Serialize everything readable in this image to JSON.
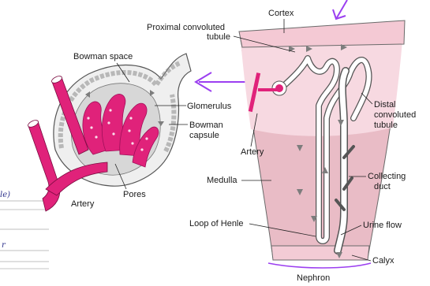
{
  "colors": {
    "artery": "#e0227a",
    "cortex_fill": "#f7d9e1",
    "medulla_fill": "#e9bcc6",
    "annotation": "#9b3ff0",
    "handwriting": "#2b2f8a",
    "arrow_gray": "#7d7d7d"
  },
  "labels": {
    "bowman_space": "Bowman space",
    "glomerulus": "Glomerulus",
    "bowman_capsule_1": "Bowman",
    "bowman_capsule_2": "capsule",
    "artery_left": "Artery",
    "pores": "Pores",
    "cortex": "Cortex",
    "proximal_1": "Proximal convoluted",
    "proximal_2": "tubule",
    "distal_1": "Distal",
    "distal_2": "convoluted",
    "distal_3": "tubule",
    "artery_right": "Artery",
    "medulla": "Medulla",
    "collecting_1": "Collecting",
    "collecting_2": "duct",
    "loop_of_henle": "Loop of Henle",
    "urine_flow": "Urine flow",
    "calyx": "Calyx",
    "nephron": "Nephron"
  },
  "handwriting": {
    "note_1": "le)",
    "note_2": "r"
  },
  "icons": [
    "annotation-arrow-left-icon",
    "annotation-arrow-down-icon",
    "flow-arrow-icon"
  ]
}
